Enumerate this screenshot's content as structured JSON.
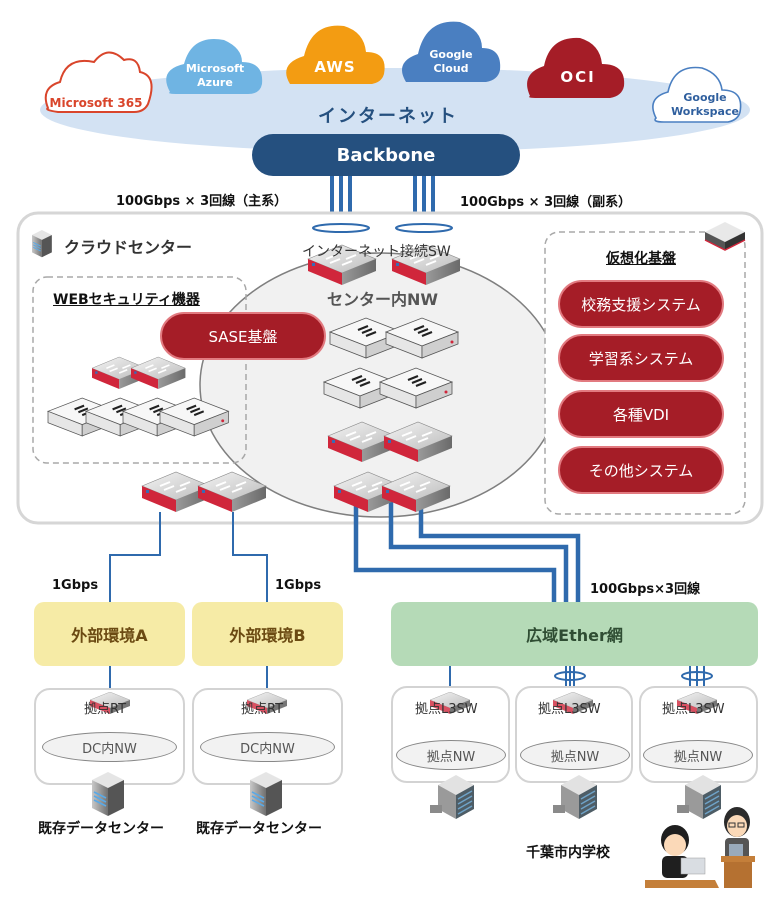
{
  "clouds": [
    {
      "name": "Microsoft 365",
      "style": "outline",
      "color": "#d9452b"
    },
    {
      "name": "Microsoft Azure",
      "style": "filled",
      "color": "#6fb4e3"
    },
    {
      "name": "AWS",
      "style": "filled",
      "color": "#f39c12"
    },
    {
      "name": "Google Cloud",
      "style": "filled",
      "color": "#4a7fc1"
    },
    {
      "name": "OCI",
      "style": "filled",
      "color": "#a51d27"
    },
    {
      "name": "Google Workspace",
      "style": "outline",
      "color": "#4a7fc1"
    }
  ],
  "internet": {
    "label": "インターネット",
    "color": "#d3e2f3"
  },
  "backbone": {
    "label": "Backbone",
    "color": "#25507f"
  },
  "links": {
    "primary": "100Gbps × 3回線（主系）",
    "secondary": "100Gbps × 3回線（副系）",
    "wan": "100Gbps×3回線",
    "ext_a": "1Gbps",
    "ext_b": "1Gbps"
  },
  "cloud_center": {
    "title": "クラウドセンター",
    "internet_sw": "インターネット接続SW",
    "center_nw": "センター内NW",
    "web_security": {
      "title": "WEBセキュリティ機器",
      "sase": "SASE基盤"
    },
    "virtualization": {
      "title": "仮想化基盤",
      "systems": [
        "校務支援システム",
        "学習系システム",
        "各種VDI",
        "その他システム"
      ]
    }
  },
  "external": [
    {
      "label": "外部環境A",
      "router": "拠点RT",
      "network": "DC内NW",
      "caption": "既存データセンター"
    },
    {
      "label": "外部環境B",
      "router": "拠点RT",
      "network": "DC内NW",
      "caption": "既存データセンター"
    }
  ],
  "wan": {
    "label": "広域Ether網",
    "color": "#b5dab7"
  },
  "sites": [
    {
      "switch": "拠点L3SW",
      "network": "拠点NW"
    },
    {
      "switch": "拠点L3SW",
      "network": "拠点NW"
    },
    {
      "switch": "拠点L3SW",
      "network": "拠点NW"
    }
  ],
  "schools_caption": "千葉市内学校"
}
